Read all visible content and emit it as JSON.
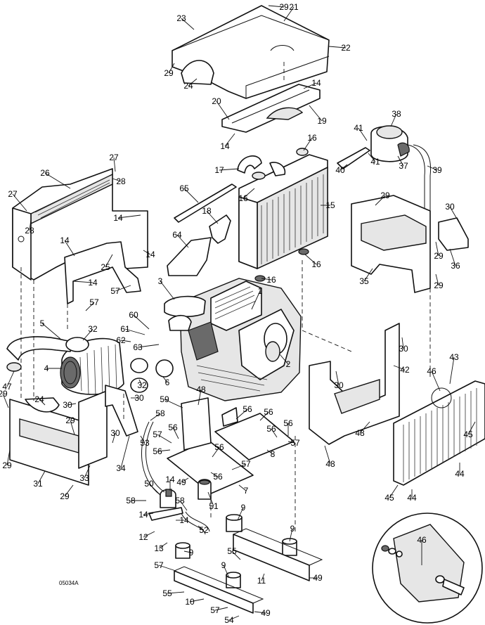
{
  "diagram": {
    "drawing_code": "05034A",
    "callouts": [
      {
        "id": "c21",
        "text": "21"
      },
      {
        "id": "c22",
        "text": "22"
      },
      {
        "id": "c23",
        "text": "23"
      },
      {
        "id": "c24a",
        "text": "24"
      },
      {
        "id": "c29a",
        "text": "29"
      },
      {
        "id": "c29b",
        "text": "29"
      },
      {
        "id": "c14a",
        "text": "14"
      },
      {
        "id": "c20",
        "text": "20"
      },
      {
        "id": "c19",
        "text": "19"
      },
      {
        "id": "c14b",
        "text": "14"
      },
      {
        "id": "c16a",
        "text": "16"
      },
      {
        "id": "c17",
        "text": "17"
      },
      {
        "id": "c16b",
        "text": "16"
      },
      {
        "id": "c15",
        "text": "15"
      },
      {
        "id": "c16c",
        "text": "16"
      },
      {
        "id": "c16d",
        "text": "16"
      },
      {
        "id": "c65",
        "text": "65"
      },
      {
        "id": "c18",
        "text": "18"
      },
      {
        "id": "c64",
        "text": "64"
      },
      {
        "id": "c38",
        "text": "38"
      },
      {
        "id": "c41a",
        "text": "41"
      },
      {
        "id": "c41b",
        "text": "41"
      },
      {
        "id": "c40",
        "text": "40"
      },
      {
        "id": "c37",
        "text": "37"
      },
      {
        "id": "c39",
        "text": "39"
      },
      {
        "id": "c29c",
        "text": "29"
      },
      {
        "id": "c30a",
        "text": "30"
      },
      {
        "id": "c29d",
        "text": "29"
      },
      {
        "id": "c36",
        "text": "36"
      },
      {
        "id": "c35",
        "text": "35"
      },
      {
        "id": "c29e",
        "text": "29"
      },
      {
        "id": "c27a",
        "text": "27"
      },
      {
        "id": "c26",
        "text": "26"
      },
      {
        "id": "c28a",
        "text": "28"
      },
      {
        "id": "c27b",
        "text": "27"
      },
      {
        "id": "c28b",
        "text": "28"
      },
      {
        "id": "c14c",
        "text": "14"
      },
      {
        "id": "c14d",
        "text": "14"
      },
      {
        "id": "c25",
        "text": "25"
      },
      {
        "id": "c14e",
        "text": "14"
      },
      {
        "id": "c14f",
        "text": "14"
      },
      {
        "id": "c57a",
        "text": "57"
      },
      {
        "id": "c57b",
        "text": "57"
      },
      {
        "id": "c3",
        "text": "3"
      },
      {
        "id": "c1",
        "text": "1"
      },
      {
        "id": "c60",
        "text": "60"
      },
      {
        "id": "c61",
        "text": "61"
      },
      {
        "id": "c62",
        "text": "62"
      },
      {
        "id": "c63",
        "text": "63"
      },
      {
        "id": "c5",
        "text": "5"
      },
      {
        "id": "c32a",
        "text": "32"
      },
      {
        "id": "c47",
        "text": "47"
      },
      {
        "id": "c4",
        "text": "4"
      },
      {
        "id": "c32b",
        "text": "32"
      },
      {
        "id": "c6",
        "text": "6"
      },
      {
        "id": "c2",
        "text": "2"
      },
      {
        "id": "c30b",
        "text": "30"
      },
      {
        "id": "c42",
        "text": "42"
      },
      {
        "id": "c30c",
        "text": "30"
      },
      {
        "id": "c43",
        "text": "43"
      },
      {
        "id": "c46a",
        "text": "46"
      },
      {
        "id": "c48a",
        "text": "48"
      },
      {
        "id": "c48b",
        "text": "48"
      },
      {
        "id": "c48c",
        "text": "48"
      },
      {
        "id": "c45a",
        "text": "45"
      },
      {
        "id": "c45b",
        "text": "45"
      },
      {
        "id": "c44a",
        "text": "44"
      },
      {
        "id": "c44b",
        "text": "44"
      },
      {
        "id": "c29f",
        "text": "29"
      },
      {
        "id": "c24b",
        "text": "24"
      },
      {
        "id": "c30d",
        "text": "30"
      },
      {
        "id": "c30e",
        "text": "30"
      },
      {
        "id": "c29g",
        "text": "29"
      },
      {
        "id": "c29h",
        "text": "29"
      },
      {
        "id": "c31",
        "text": "31"
      },
      {
        "id": "c29i",
        "text": "29"
      },
      {
        "id": "c33",
        "text": "33"
      },
      {
        "id": "c30f",
        "text": "30"
      },
      {
        "id": "c34",
        "text": "34"
      },
      {
        "id": "c53",
        "text": "53"
      },
      {
        "id": "c59",
        "text": "59"
      },
      {
        "id": "c58a",
        "text": "58"
      },
      {
        "id": "c56a",
        "text": "56"
      },
      {
        "id": "c56b",
        "text": "56"
      },
      {
        "id": "c56c",
        "text": "56"
      },
      {
        "id": "c56d",
        "text": "56"
      },
      {
        "id": "c56e",
        "text": "56"
      },
      {
        "id": "c56f",
        "text": "56"
      },
      {
        "id": "c56g",
        "text": "56"
      },
      {
        "id": "c56h",
        "text": "56"
      },
      {
        "id": "c57c",
        "text": "57"
      },
      {
        "id": "c57d",
        "text": "57"
      },
      {
        "id": "c57e",
        "text": "57"
      },
      {
        "id": "c8",
        "text": "8"
      },
      {
        "id": "c7",
        "text": "7"
      },
      {
        "id": "c49a",
        "text": "49"
      },
      {
        "id": "c50",
        "text": "50"
      },
      {
        "id": "c14g",
        "text": "14"
      },
      {
        "id": "c58b",
        "text": "58"
      },
      {
        "id": "c58c",
        "text": "58"
      },
      {
        "id": "c51",
        "text": "51"
      },
      {
        "id": "c14h",
        "text": "14"
      },
      {
        "id": "c12",
        "text": "12"
      },
      {
        "id": "c14i",
        "text": "14"
      },
      {
        "id": "c52",
        "text": "52"
      },
      {
        "id": "c9a",
        "text": "9"
      },
      {
        "id": "c13",
        "text": "13"
      },
      {
        "id": "c9b",
        "text": "9"
      },
      {
        "id": "c9c",
        "text": "9"
      },
      {
        "id": "c55a",
        "text": "55"
      },
      {
        "id": "c9d",
        "text": "9"
      },
      {
        "id": "c11",
        "text": "11"
      },
      {
        "id": "c57f",
        "text": "57"
      },
      {
        "id": "c49b",
        "text": "49"
      },
      {
        "id": "c55b",
        "text": "55"
      },
      {
        "id": "c10",
        "text": "10"
      },
      {
        "id": "c57g",
        "text": "57"
      },
      {
        "id": "c54",
        "text": "54"
      },
      {
        "id": "c49c",
        "text": "49"
      },
      {
        "id": "c46b",
        "text": "46"
      }
    ]
  }
}
